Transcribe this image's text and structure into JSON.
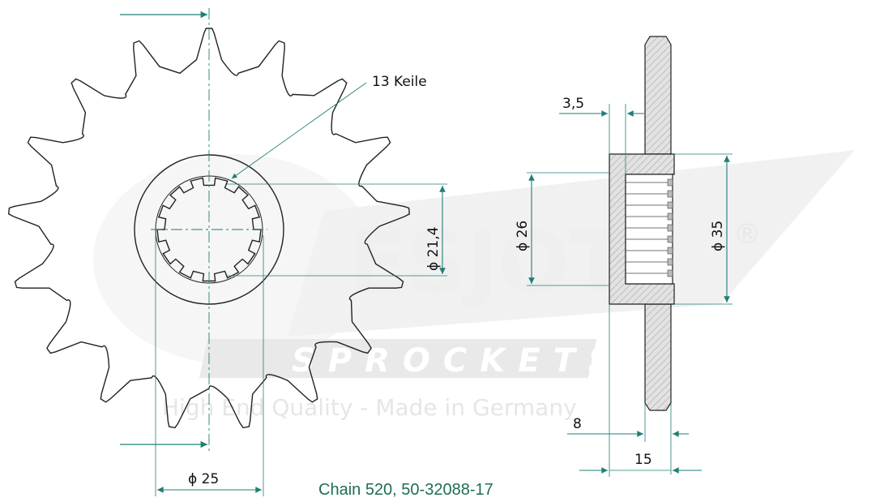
{
  "watermark": {
    "brand": "ESJOT",
    "registered": "®",
    "subtitle": "SPROCKETS",
    "tagline": "High End Quality - Made in Germany"
  },
  "labels": {
    "splines": "13 Keile",
    "spline_diameter": "ϕ 21,4",
    "hub_diameter": "ϕ 26",
    "outer_hub_diameter": "ϕ 35",
    "flange_offset": "3,5",
    "tooth_width": "8",
    "hub_width": "15",
    "bore_diameter": "ϕ 25"
  },
  "caption": "Chain 520, 50-32088-17",
  "colors": {
    "accent": "#1f7f78",
    "line": "#222222",
    "hatch": "#d8d8d8",
    "caption": "#1f6e50"
  }
}
